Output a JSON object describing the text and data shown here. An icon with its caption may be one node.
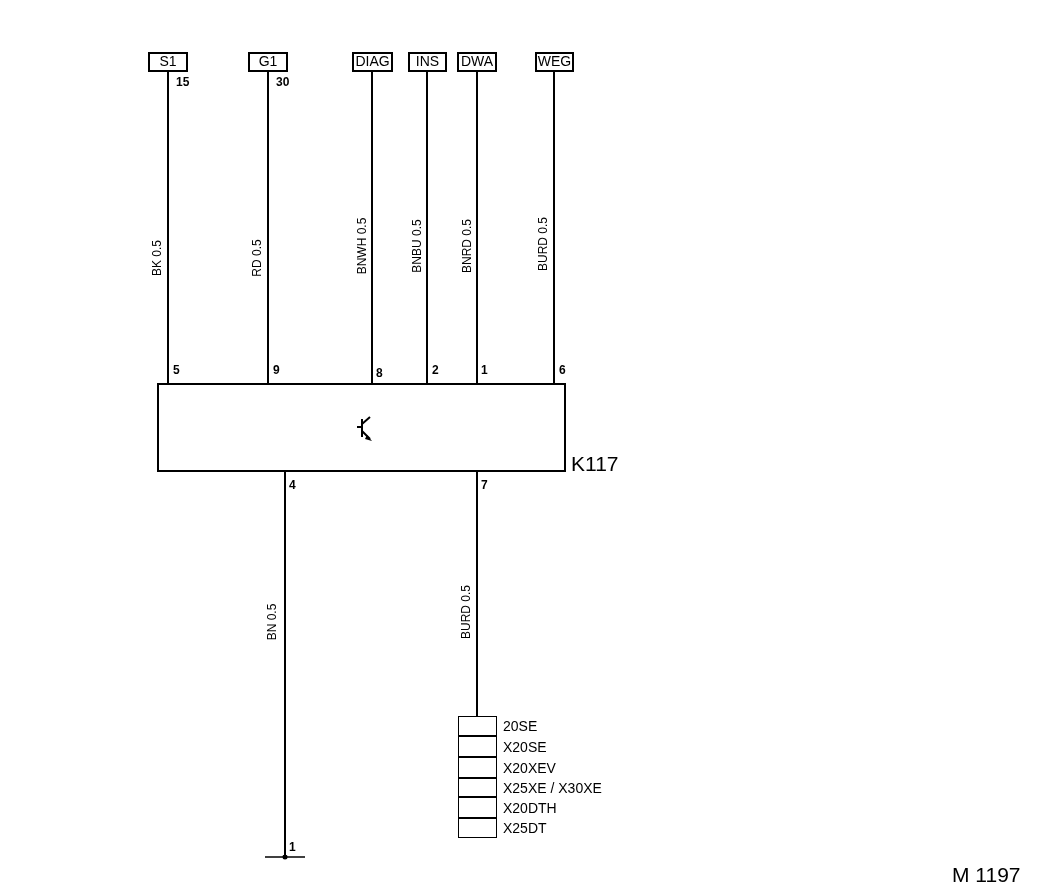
{
  "diagram": {
    "nodes": [
      {
        "text": [
          "S1"
        ],
        "beside": [
          "15"
        ]
      },
      {
        "text": [
          "G1"
        ],
        "beside": [
          "30"
        ]
      },
      {
        "text": [
          "DIAG"
        ]
      },
      {
        "text": [
          "INS"
        ]
      },
      {
        "text": [
          "DWA"
        ]
      },
      {
        "text": [
          "WEG"
        ]
      },
      {
        "text": [
          "K117"
        ]
      },
      {
        "text": [],
        "shape": "ground",
        "beside": [
          "1"
        ]
      },
      {
        "text": [],
        "shape": "box",
        "beside": [
          "20SE"
        ]
      },
      {
        "text": [],
        "shape": "box",
        "beside": [
          "X20SE"
        ]
      },
      {
        "text": [],
        "shape": "box",
        "beside": [
          "X20XEV"
        ]
      },
      {
        "text": [],
        "shape": "box",
        "beside": [
          "X25XE / X30XE"
        ]
      },
      {
        "text": [],
        "shape": "box",
        "beside": [
          "X20DTH"
        ]
      },
      {
        "text": [],
        "shape": "box",
        "beside": [
          "X25DT"
        ]
      }
    ],
    "edges": [
      {
        "from": 0,
        "to": 6,
        "arrow": "none",
        "label": "BK 0.5"
      },
      {
        "from": 1,
        "to": 6,
        "arrow": "none",
        "label": "RD 0.5"
      },
      {
        "from": 2,
        "to": 6,
        "arrow": "none",
        "label": "BNWH 0.5"
      },
      {
        "from": 3,
        "to": 6,
        "arrow": "none",
        "label": "BNBU 0.5"
      },
      {
        "from": 4,
        "to": 6,
        "arrow": "none",
        "label": "BNRD 0.5"
      },
      {
        "from": 5,
        "to": 6,
        "arrow": "none",
        "label": "BURD 0.5"
      },
      {
        "from": 6,
        "to": 7,
        "arrow": "none",
        "label": "BN 0.5"
      },
      {
        "from": 6,
        "to": 8,
        "arrow": "none",
        "label": "BURD 0.5"
      }
    ],
    "labels": [
      "5",
      "9",
      "8",
      "2",
      "1",
      "6",
      "4",
      "7",
      "M 1197"
    ]
  }
}
